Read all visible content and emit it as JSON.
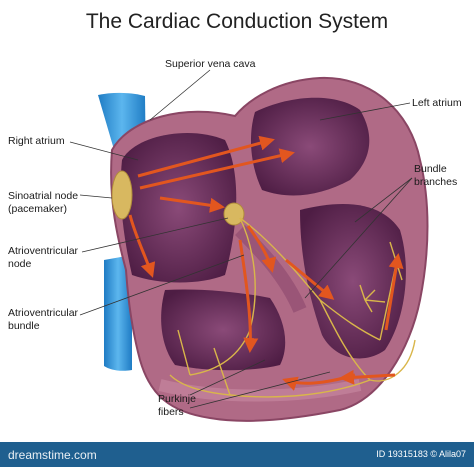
{
  "title": "The Cardiac Conduction System",
  "labels": {
    "superior_vena_cava": "Superior vena cava",
    "left_atrium": "Left atrium",
    "right_atrium": "Right atrium",
    "bundle_branches": "Bundle\nbranches",
    "sinoatrial_node": "Sinoatrial node\n(pacemaker)",
    "atrioventricular_node": "Atrioventricular\nnode",
    "atrioventricular_bundle": "Atrioventricular\nbundle",
    "purkinje_fibers": "Purkinje\nfibers"
  },
  "footer": {
    "brand": "dreamstime.com",
    "id": "ID 19315183 © Alila07"
  },
  "colors": {
    "vena_cava": "#3a9ad9",
    "heart_outer": "#a8607c",
    "heart_inner": "#7d3a64",
    "chamber": "#5e2550",
    "node": "#d8b860",
    "arrow": "#e2561f",
    "fiber": "#d9b64a",
    "footer": "#1f5f8f"
  }
}
